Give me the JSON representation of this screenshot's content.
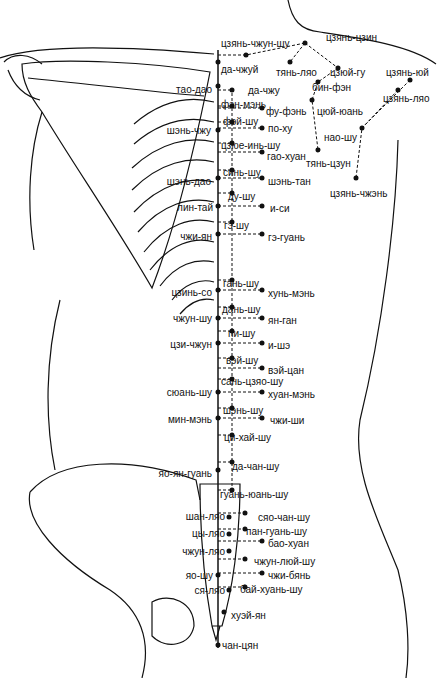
{
  "diagram": {
    "labels": [
      "цзянь-чжун-шу",
      "цзянь-цзин",
      "да-чжуй",
      "тянь-ляо",
      "цзюй-гу",
      "цзянь-юй",
      "бин-фэн",
      "цзянь-ляо",
      "тао-дао",
      "да-чжу",
      "фэн-мэнь",
      "фу-фэнь",
      "цюй-юань",
      "нао-шу",
      "фэй-шу",
      "по-ху",
      "шэнь-чжу",
      "цзюе-инь-шу",
      "гао-хуан",
      "тянь-цзун",
      "синь-шу",
      "шэнь-дао",
      "шэнь-тан",
      "цзянь-чжэнь",
      "ду-шу",
      "лин-тай",
      "и-си",
      "гэ-шу",
      "чжи-ян",
      "гэ-гуань",
      "гань-шу",
      "цзинь-со",
      "хунь-мэнь",
      "дань-шу",
      "чжун-шу",
      "ян-ган",
      "пи-шу",
      "цзи-чжун",
      "и-шэ",
      "вэй-шу",
      "вэй-цан",
      "сань-цзяо-шу",
      "сюань-шу",
      "хуан-мэнь",
      "шэнь-шу",
      "мин-мэнь",
      "чжи-ши",
      "ци-хай-шу",
      "да-чан-шу",
      "яо-ян-гуань",
      "гуань-юань-шу",
      "шан-ляо",
      "сяо-чан-шу",
      "пан-гуань-шу",
      "цы-ляо",
      "бао-хуан",
      "чжун-ляо",
      "чжун-люй-шу",
      "яо-шу",
      "чжи-бянь",
      "ся-ляо",
      "бай-хуань-шу",
      "хуэй-ян",
      "чан-цян"
    ]
  }
}
